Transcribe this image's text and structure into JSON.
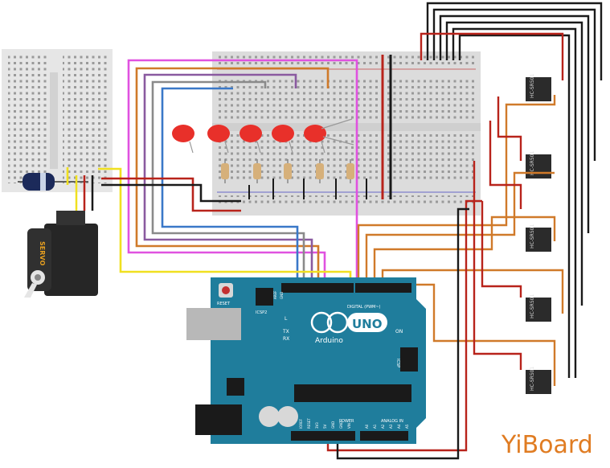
{
  "board": {
    "brand": "UNO",
    "model": "Arduino",
    "reset_label": "RESET",
    "digital_label": "DIGITAL (PWM~)",
    "power_label": "POWER",
    "analog_label": "ANALOG IN",
    "icsp_label": "ICSP",
    "icsp2_label": "ICSP2",
    "tx_label": "TX",
    "rx_label": "RX",
    "l_label": "L",
    "on_label": "ON",
    "aref_label": "AREF",
    "gnd_label": "GND",
    "power_pins": [
      "IOREF",
      "RESET",
      "3V3",
      "5V",
      "GND",
      "GND",
      "VIN"
    ],
    "analog_pins": [
      "A0",
      "A1",
      "A2",
      "A3",
      "A4",
      "A5"
    ]
  },
  "servo": {
    "label": "SERVO"
  },
  "sensors": {
    "label": "HC-SR501",
    "count": 5
  },
  "watermark": {
    "text": "YiBoard"
  },
  "colors": {
    "magenta": "#e052e0",
    "orange": "#d07a2a",
    "purple": "#8a5aa0",
    "gray": "#8a8a8a",
    "blue": "#3a78c8",
    "yellow": "#f0e020",
    "red": "#b8231b",
    "black": "#1a1a1a",
    "arduino": "#1f7d9c",
    "led": "#e8302a"
  }
}
